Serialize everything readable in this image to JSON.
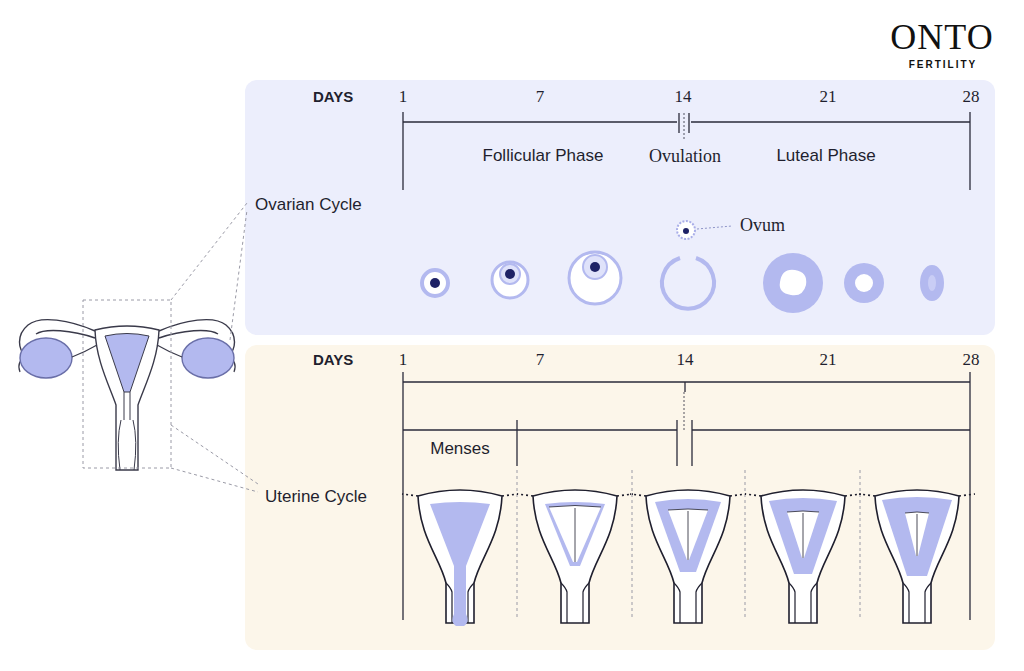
{
  "diagram": {
    "nodes": [
      {
        "text": [
          "DAYS",
          "1",
          "7",
          "14",
          "21",
          "28",
          "Follicular Phase",
          "Ovulation",
          "Luteal Phase",
          "Ovarian Cycle",
          "Ovum"
        ]
      },
      {
        "text": [
          "DAYS",
          "1",
          "7",
          "14",
          "21",
          "28",
          "Menses",
          "Uterine Cycle"
        ]
      }
    ],
    "labels": [
      "ONTO",
      "FERTILITY"
    ]
  }
}
